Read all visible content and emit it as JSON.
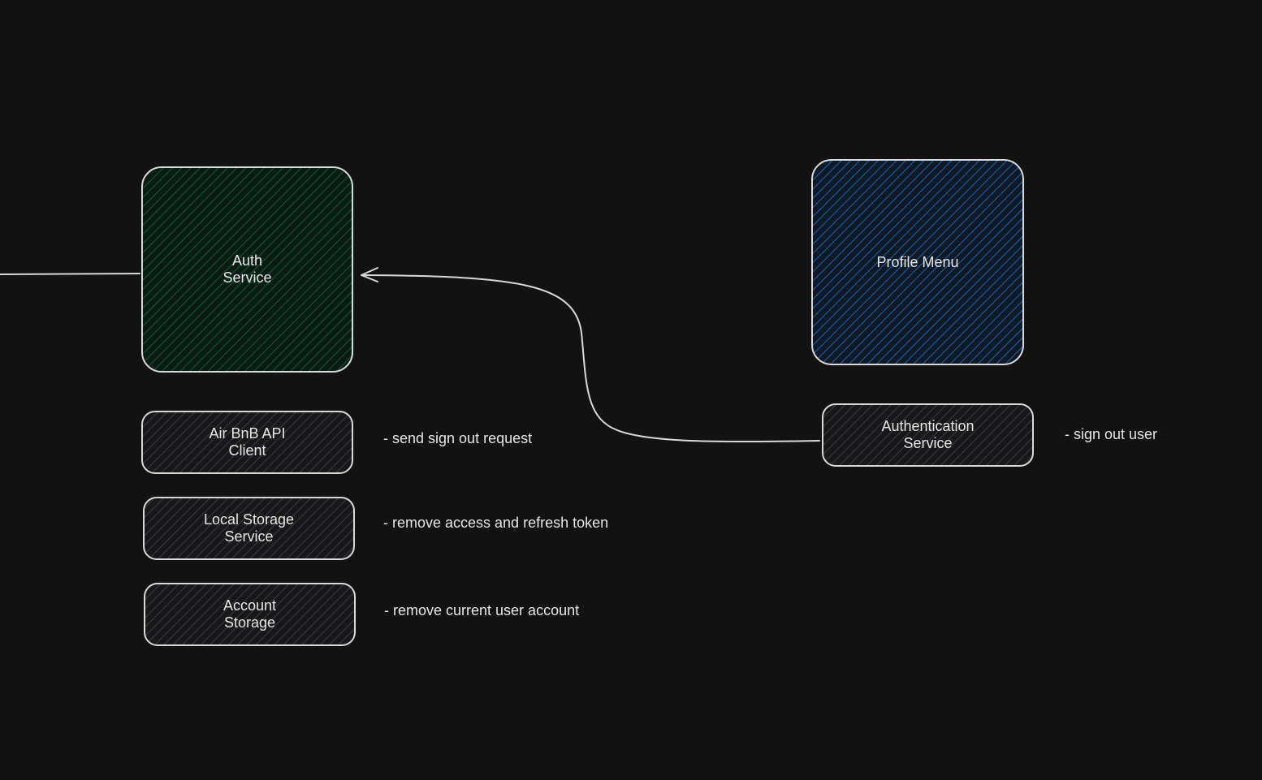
{
  "colors": {
    "background": "#121212",
    "stroke": "#d9d9d9",
    "green_fill": "#0f4d33",
    "blue_fill": "#1d5a9e",
    "gray_fill": "#3a3a3d",
    "text": "#e6e6e6"
  },
  "nodes": {
    "auth_service": "Auth\nService",
    "profile_menu": "Profile Menu",
    "airbnb_api_client": "Air BnB API\nClient",
    "local_storage_service": "Local Storage\nService",
    "account_storage": "Account\nStorage",
    "authentication_service": "Authentication\nService"
  },
  "notes": {
    "send_sign_out": "- send sign out request",
    "remove_tokens": "- remove access and refresh token",
    "remove_account": "- remove current user account",
    "sign_out_user": "- sign out user"
  }
}
